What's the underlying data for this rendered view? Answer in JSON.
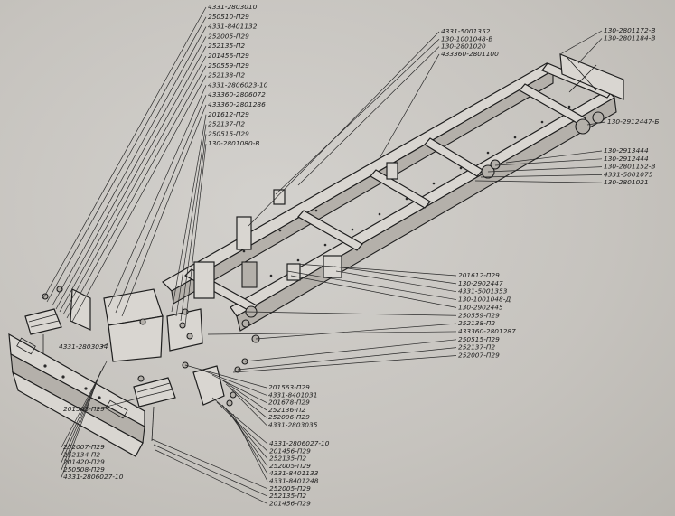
{
  "labels": {
    "tl": [
      "4331-2803010",
      "250510-П29",
      "4331-8401132",
      "252005-П29",
      "252135-П2",
      "201456-П29",
      "250559-П29",
      "252138-П2",
      "4331-2806023-10",
      "433360-2806072",
      "433360-2801286",
      "201612-П29",
      "252137-П2",
      "250515-П29",
      "130-2801080-В"
    ],
    "tc": [
      "4331-5001352",
      "130-1001048-В",
      "130-2801020",
      "433360-2801100"
    ],
    "tr": [
      "130-2801172-В",
      "130-2801184-В"
    ],
    "r_hook": "130-2912447-Б",
    "r_mid": [
      "130-2913444",
      "130-2912444",
      "130-2801152-В",
      "4331-5001075",
      "130-2801021"
    ],
    "r_low": [
      "201612-П29",
      "130-2902447",
      "4331-5001353",
      "130-1001048-Д",
      "130-2902445",
      "250559-П29",
      "252138-П2",
      "433360-2801287",
      "250515-П29",
      "252137-П2",
      "252007-П29"
    ],
    "left_mid": "4331-2803034",
    "left_low": "201563-П29",
    "bl": [
      "252007-П29",
      "252134-П2",
      "201420-П29",
      "250508-П29",
      "4331-2806027-10"
    ],
    "bc": [
      "201563-П29",
      "4331-8401031",
      "201678-П29",
      "252136-П2",
      "252006-П29",
      "4331-2803035"
    ],
    "bot": [
      "4331-2806027-10",
      "201456-П29",
      "252135-П2",
      "252005-П29",
      "4331-8401133",
      "4331-8401248",
      "252005-П29",
      "252135-П2",
      "201456-П29"
    ]
  }
}
